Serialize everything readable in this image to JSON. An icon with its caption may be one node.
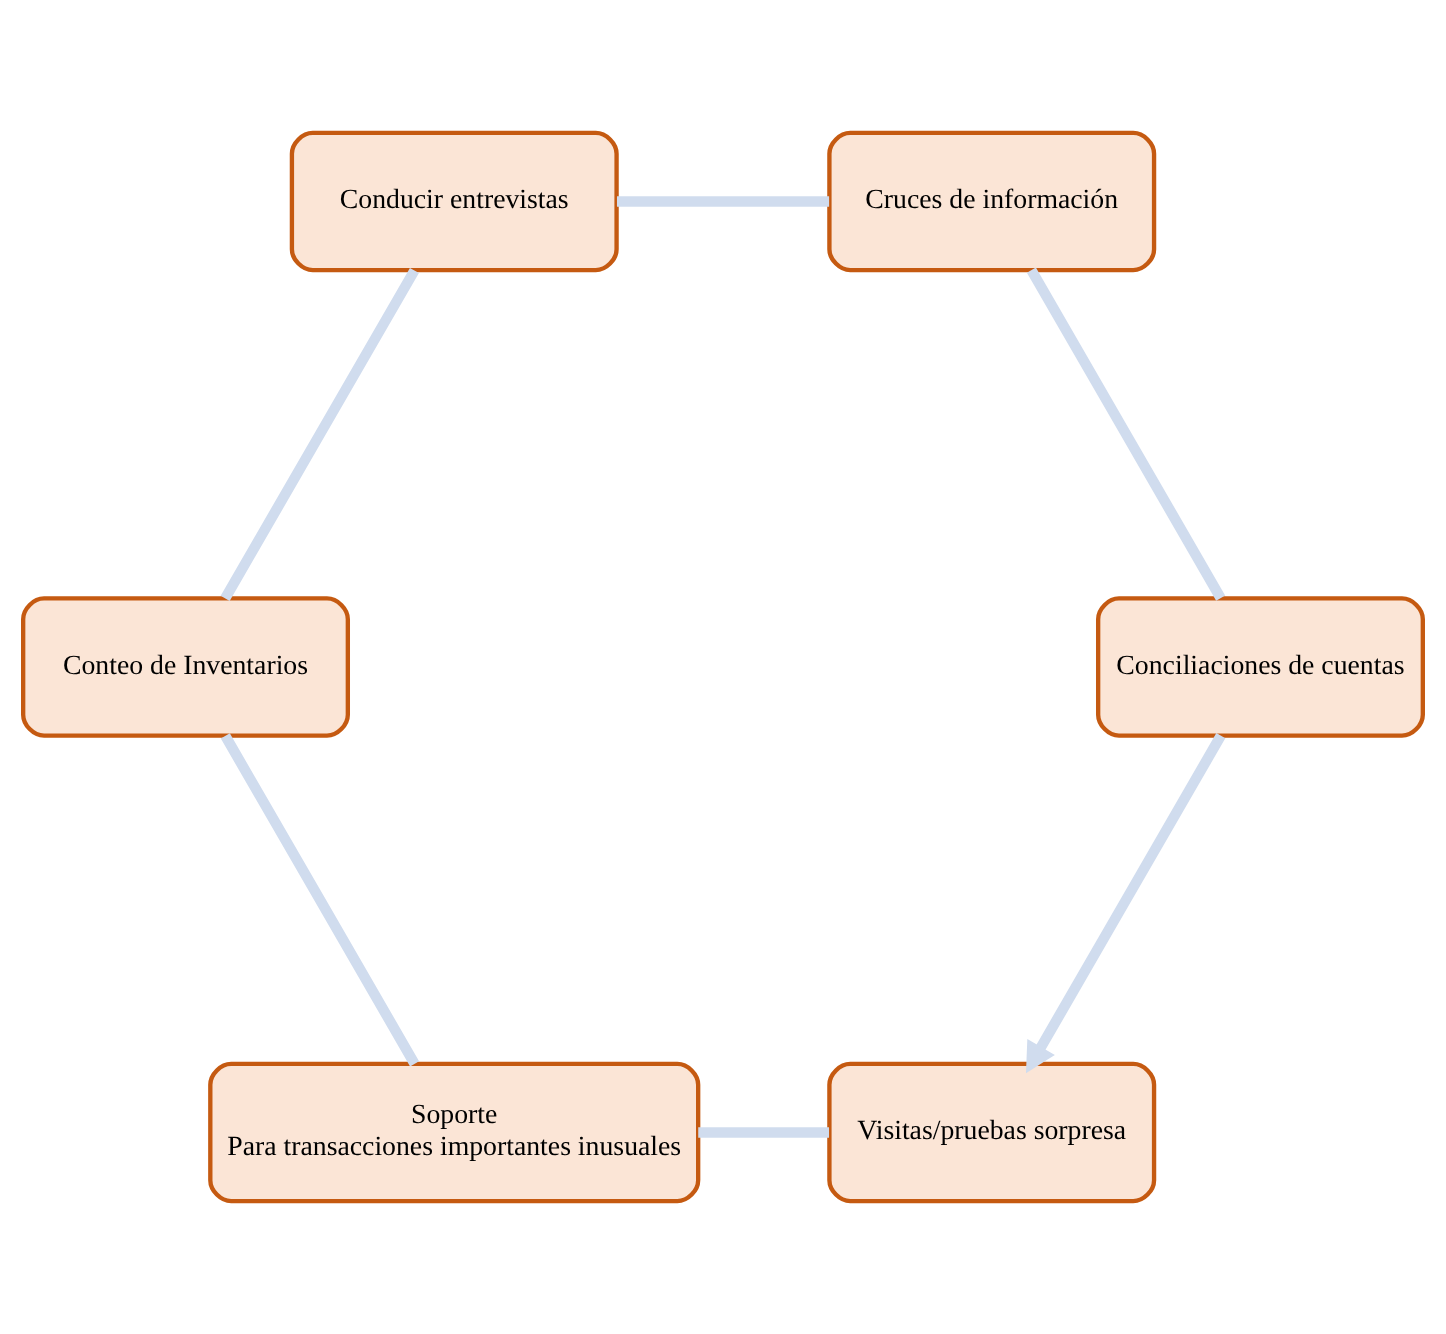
{
  "diagram": {
    "nodes": [
      {
        "text": [
          "Visitas/pruebas sorpresa"
        ]
      },
      {
        "text": [
          "Soporte",
          "Para transacciones importantes inusuales"
        ]
      },
      {
        "text": [
          "Conteo de Inventarios"
        ]
      },
      {
        "text": [
          "Conducir entrevistas"
        ]
      },
      {
        "text": [
          "Cruces de información"
        ]
      },
      {
        "text": [
          "Conciliaciones de cuentas"
        ]
      }
    ],
    "edges": [
      {
        "from": 0,
        "to": 1,
        "arrow": "none"
      },
      {
        "from": 1,
        "to": 2,
        "arrow": "none"
      },
      {
        "from": 2,
        "to": 3,
        "arrow": "none"
      },
      {
        "from": 3,
        "to": 4,
        "arrow": "none"
      },
      {
        "from": 4,
        "to": 5,
        "arrow": "none"
      },
      {
        "from": 5,
        "to": 0,
        "arrow": "to"
      }
    ]
  }
}
